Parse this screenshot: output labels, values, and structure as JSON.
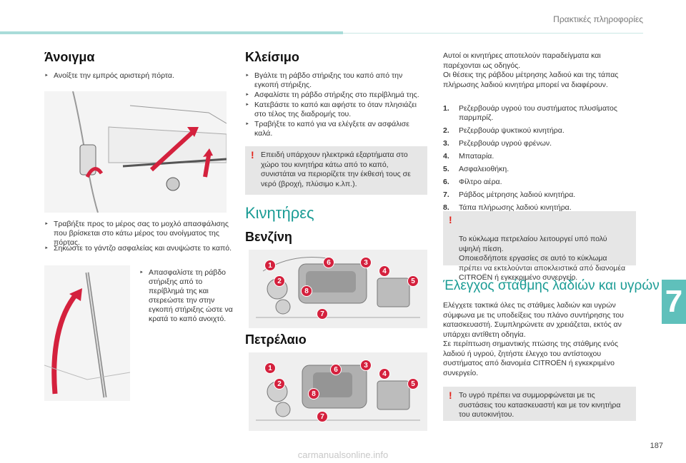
{
  "header": {
    "title": "Πρακτικές πληροφορίες"
  },
  "chapter_number": "7",
  "page_number": "187",
  "opening": {
    "title": "Άνοιγμα",
    "step1": "Ανοίξτε την εμπρός αριστερή πόρτα.",
    "step2": "Τραβήξτε προς το μέρος σας το μοχλό απασφάλισης που βρίσκεται στο κάτω μέρος του ανοίγματος της πόρτας.",
    "step3": "Σηκώστε το γάντζο ασφαλείας και ανυψώστε το καπό.",
    "step4": "Απασφαλίστε τη ράβδο στήριξης από το περίβλημά της και στερεώστε την στην εγκοπή στήριξης ώστε να κρατά το καπό ανοιχτό."
  },
  "closing": {
    "title": "Κλείσιμο",
    "steps": [
      "Βγάλτε τη ράβδο στήριξης του καπό από την εγκοπή στήριξης.",
      "Ασφαλίστε τη ράβδο στήριξης στο περίβλημά της.",
      "Κατεβάστε το καπό και αφήστε το όταν πλησιάζει στο τέλος της διαδρομής του.",
      "Τραβήξτε το καπό για να ελέγξετε αν ασφάλισε καλά."
    ],
    "note": "Επειδή υπάρχουν ηλεκτρικά εξαρτήματα στο χώρο του κινητήρα κάτω από το καπό, συνιστάται να περιορίζετε την έκθεσή τους σε νερό (βροχή, πλύσιμο κ.λπ.)."
  },
  "engines": {
    "title": "Κινητήρες",
    "petrol_title": "Βενζίνη",
    "diesel_title": "Πετρέλαιο",
    "callouts": [
      "1",
      "2",
      "3",
      "4",
      "5",
      "6",
      "7",
      "8"
    ]
  },
  "right_col": {
    "intro": "Αυτοί οι κινητήρες αποτελούν παραδείγματα και παρέχονται ως οδηγός.\nΟι θέσεις της ράβδου μέτρησης λαδιού και της τάπας πλήρωσης λαδιού κινητήρα μπορεί να διαφέρουν.",
    "items": [
      {
        "n": "1.",
        "text": "Ρεζερβουάρ υγρού του συστήματος πλυσίματος παρμπρίζ."
      },
      {
        "n": "2.",
        "text": "Ρεζερβουάρ ψυκτικού κινητήρα."
      },
      {
        "n": "3.",
        "text": "Ρεζερβουάρ υγρού φρένων."
      },
      {
        "n": "4.",
        "text": "Μπαταρία."
      },
      {
        "n": "5.",
        "text": "Ασφαλειοθήκη."
      },
      {
        "n": "6.",
        "text": "Φίλτρο αέρα."
      },
      {
        "n": "7.",
        "text": "Ράβδος μέτρησης λαδιού κινητήρα."
      },
      {
        "n": "8.",
        "text": "Τάπα πλήρωσης λαδιού κινητήρα."
      }
    ],
    "note1": "Το κύκλωμα πετρελαίου λειτουργεί υπό πολύ υψηλή πίεση.\nΟποιεσδήποτε εργασίες σε αυτό το κύκλωμα πρέπει να εκτελούνται αποκλειστικά από διανομέα CITROËN ή εγκεκριμένο συνεργείο.",
    "levels_title": "Έλεγχος στάθμης λαδιών και υγρών",
    "levels_text": "Ελέγχετε τακτικά όλες τις στάθμες λαδιών και υγρών σύμφωνα με τις υποδείξεις του πλάνο συντήρησης του κατασκευαστή. Συμπληρώνετε αν χρειάζεται, εκτός αν υπάρχει αντίθετη οδηγία.\nΣε περίπτωση σημαντικής πτώσης της στάθμης ενός λαδιού ή υγρού, ζητήστε έλεγχο του αντίστοιχου συστήματος από διανομέα CITROËN ή εγκεκριμένο συνεργείο.",
    "note2": "Το υγρό πρέπει να συμμορφώνεται με τις συστάσεις του κατασκευαστή και με τον κινητήρα του αυτοκινήτου."
  },
  "watermark": "carmanualsonline.info",
  "colors": {
    "accent": "#5fc0bb",
    "alert": "#d4213d",
    "callout": "#d4213d"
  }
}
